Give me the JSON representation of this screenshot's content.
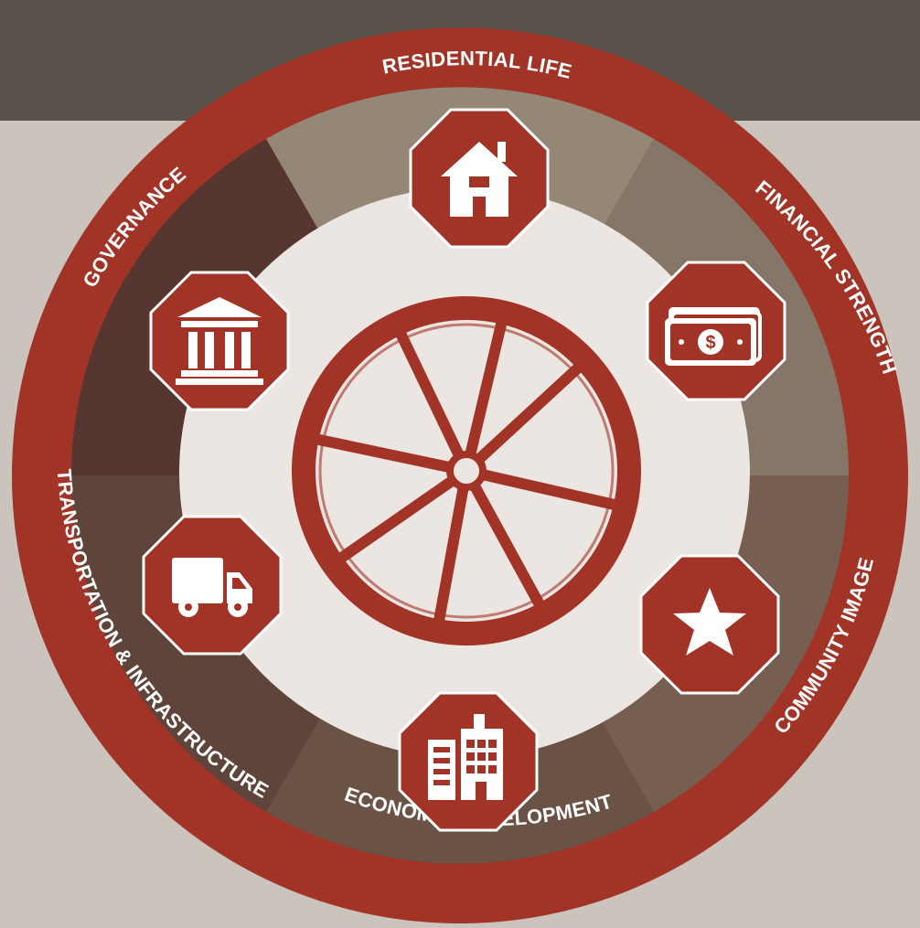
{
  "diagram": {
    "labels": {
      "residential_life": "RESIDENTIAL LIFE",
      "financial_strength": "FINANCIAL STRENGTH",
      "community_image": "COMMUNITY IMAGE",
      "economic_development": "ECONOMIC DEVELOPMENT",
      "transportation": "TRANSPORTATION & INFRASTRUCTURE",
      "governance": "GOVERNANCE"
    },
    "icons": [
      "house-icon",
      "money-icon",
      "star-icon",
      "buildings-icon",
      "truck-icon",
      "courthouse-icon"
    ],
    "colors": {
      "background": "#cbc4bd",
      "top_band": "#58524a",
      "ring": "#a23327",
      "octagon": "#a23327",
      "inner_disc": "#ece6e3",
      "wheel": "#a23327"
    }
  }
}
